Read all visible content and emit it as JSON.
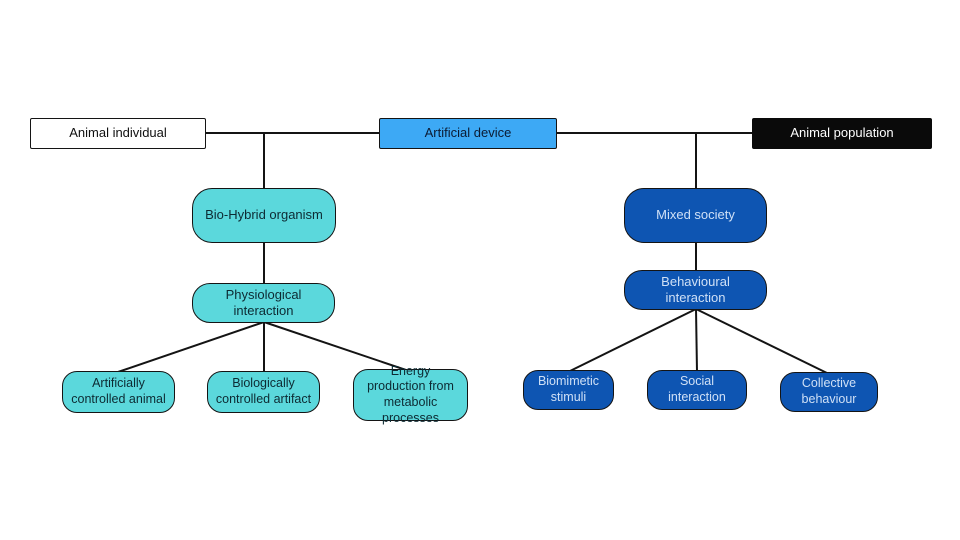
{
  "colors": {
    "paper": "#ffffff",
    "ink": "#141414",
    "cyan": "#5bd8dc",
    "blue": "#3da9f5",
    "navy": "#0e55b2",
    "navy_text": "#cfe0f6"
  },
  "nodes": {
    "animal_individual": "Animal individual",
    "artificial_device": "Artificial device",
    "animal_population": "Animal population",
    "bio_hybrid_organism": "Bio-Hybrid organism",
    "physiological_interaction": "Physiological interaction",
    "artificially_controlled_animal": "Artificially controlled animal",
    "biologically_controlled_artifact": "Biologically controlled artifact",
    "energy_production": "Energy production from metabolic processes",
    "mixed_society": "Mixed society",
    "behavioural_interaction": "Behavioural interaction",
    "biomimetic_stimuli": "Biomimetic stimuli",
    "social_interaction": "Social interaction",
    "collective_behaviour": "Collective behaviour"
  }
}
